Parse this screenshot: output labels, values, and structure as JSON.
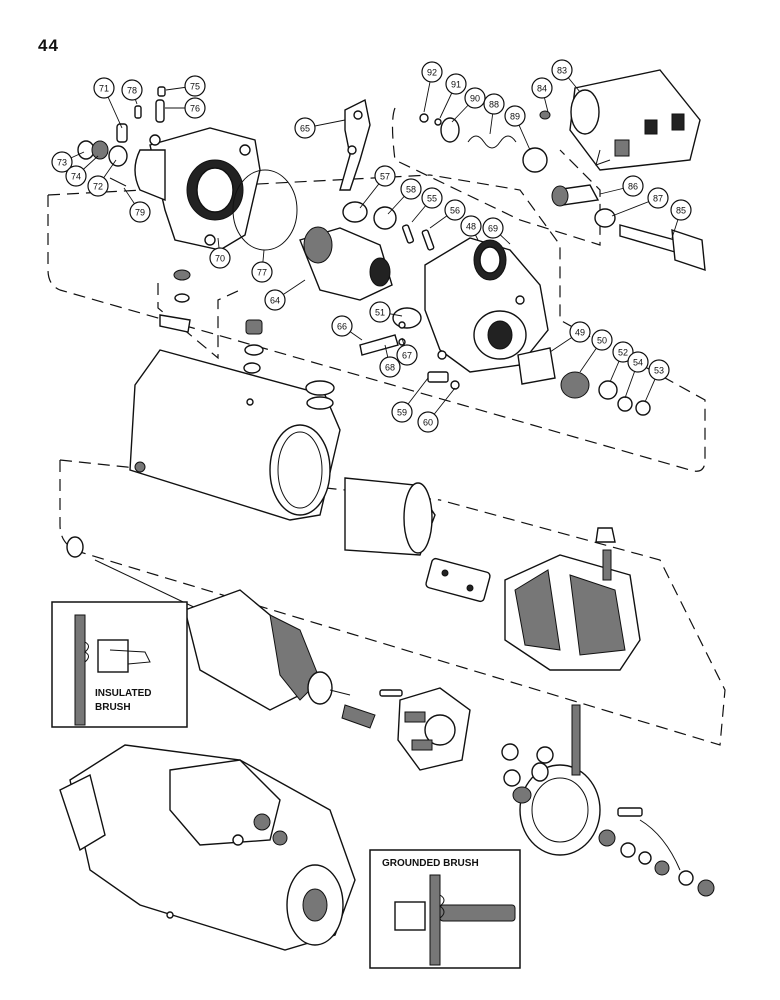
{
  "page_number": "44",
  "callouts": [
    {
      "id": "71"
    },
    {
      "id": "78"
    },
    {
      "id": "75"
    },
    {
      "id": "76"
    },
    {
      "id": "73"
    },
    {
      "id": "74"
    },
    {
      "id": "72"
    },
    {
      "id": "79"
    },
    {
      "id": "70"
    },
    {
      "id": "77"
    },
    {
      "id": "65"
    },
    {
      "id": "57"
    },
    {
      "id": "58"
    },
    {
      "id": "55"
    },
    {
      "id": "56"
    },
    {
      "id": "48"
    },
    {
      "id": "69"
    },
    {
      "id": "64"
    },
    {
      "id": "51"
    },
    {
      "id": "66"
    },
    {
      "id": "67"
    },
    {
      "id": "68"
    },
    {
      "id": "59"
    },
    {
      "id": "60"
    },
    {
      "id": "92"
    },
    {
      "id": "91"
    },
    {
      "id": "90"
    },
    {
      "id": "88"
    },
    {
      "id": "89"
    },
    {
      "id": "84"
    },
    {
      "id": "83"
    },
    {
      "id": "86"
    },
    {
      "id": "87"
    },
    {
      "id": "85"
    },
    {
      "id": "49"
    },
    {
      "id": "50"
    },
    {
      "id": "52"
    },
    {
      "id": "54"
    },
    {
      "id": "53"
    }
  ],
  "insets": {
    "insulated": {
      "line1": "INSULATED",
      "line2": "BRUSH"
    },
    "grounded": {
      "title": "GROUNDED BRUSH"
    }
  }
}
